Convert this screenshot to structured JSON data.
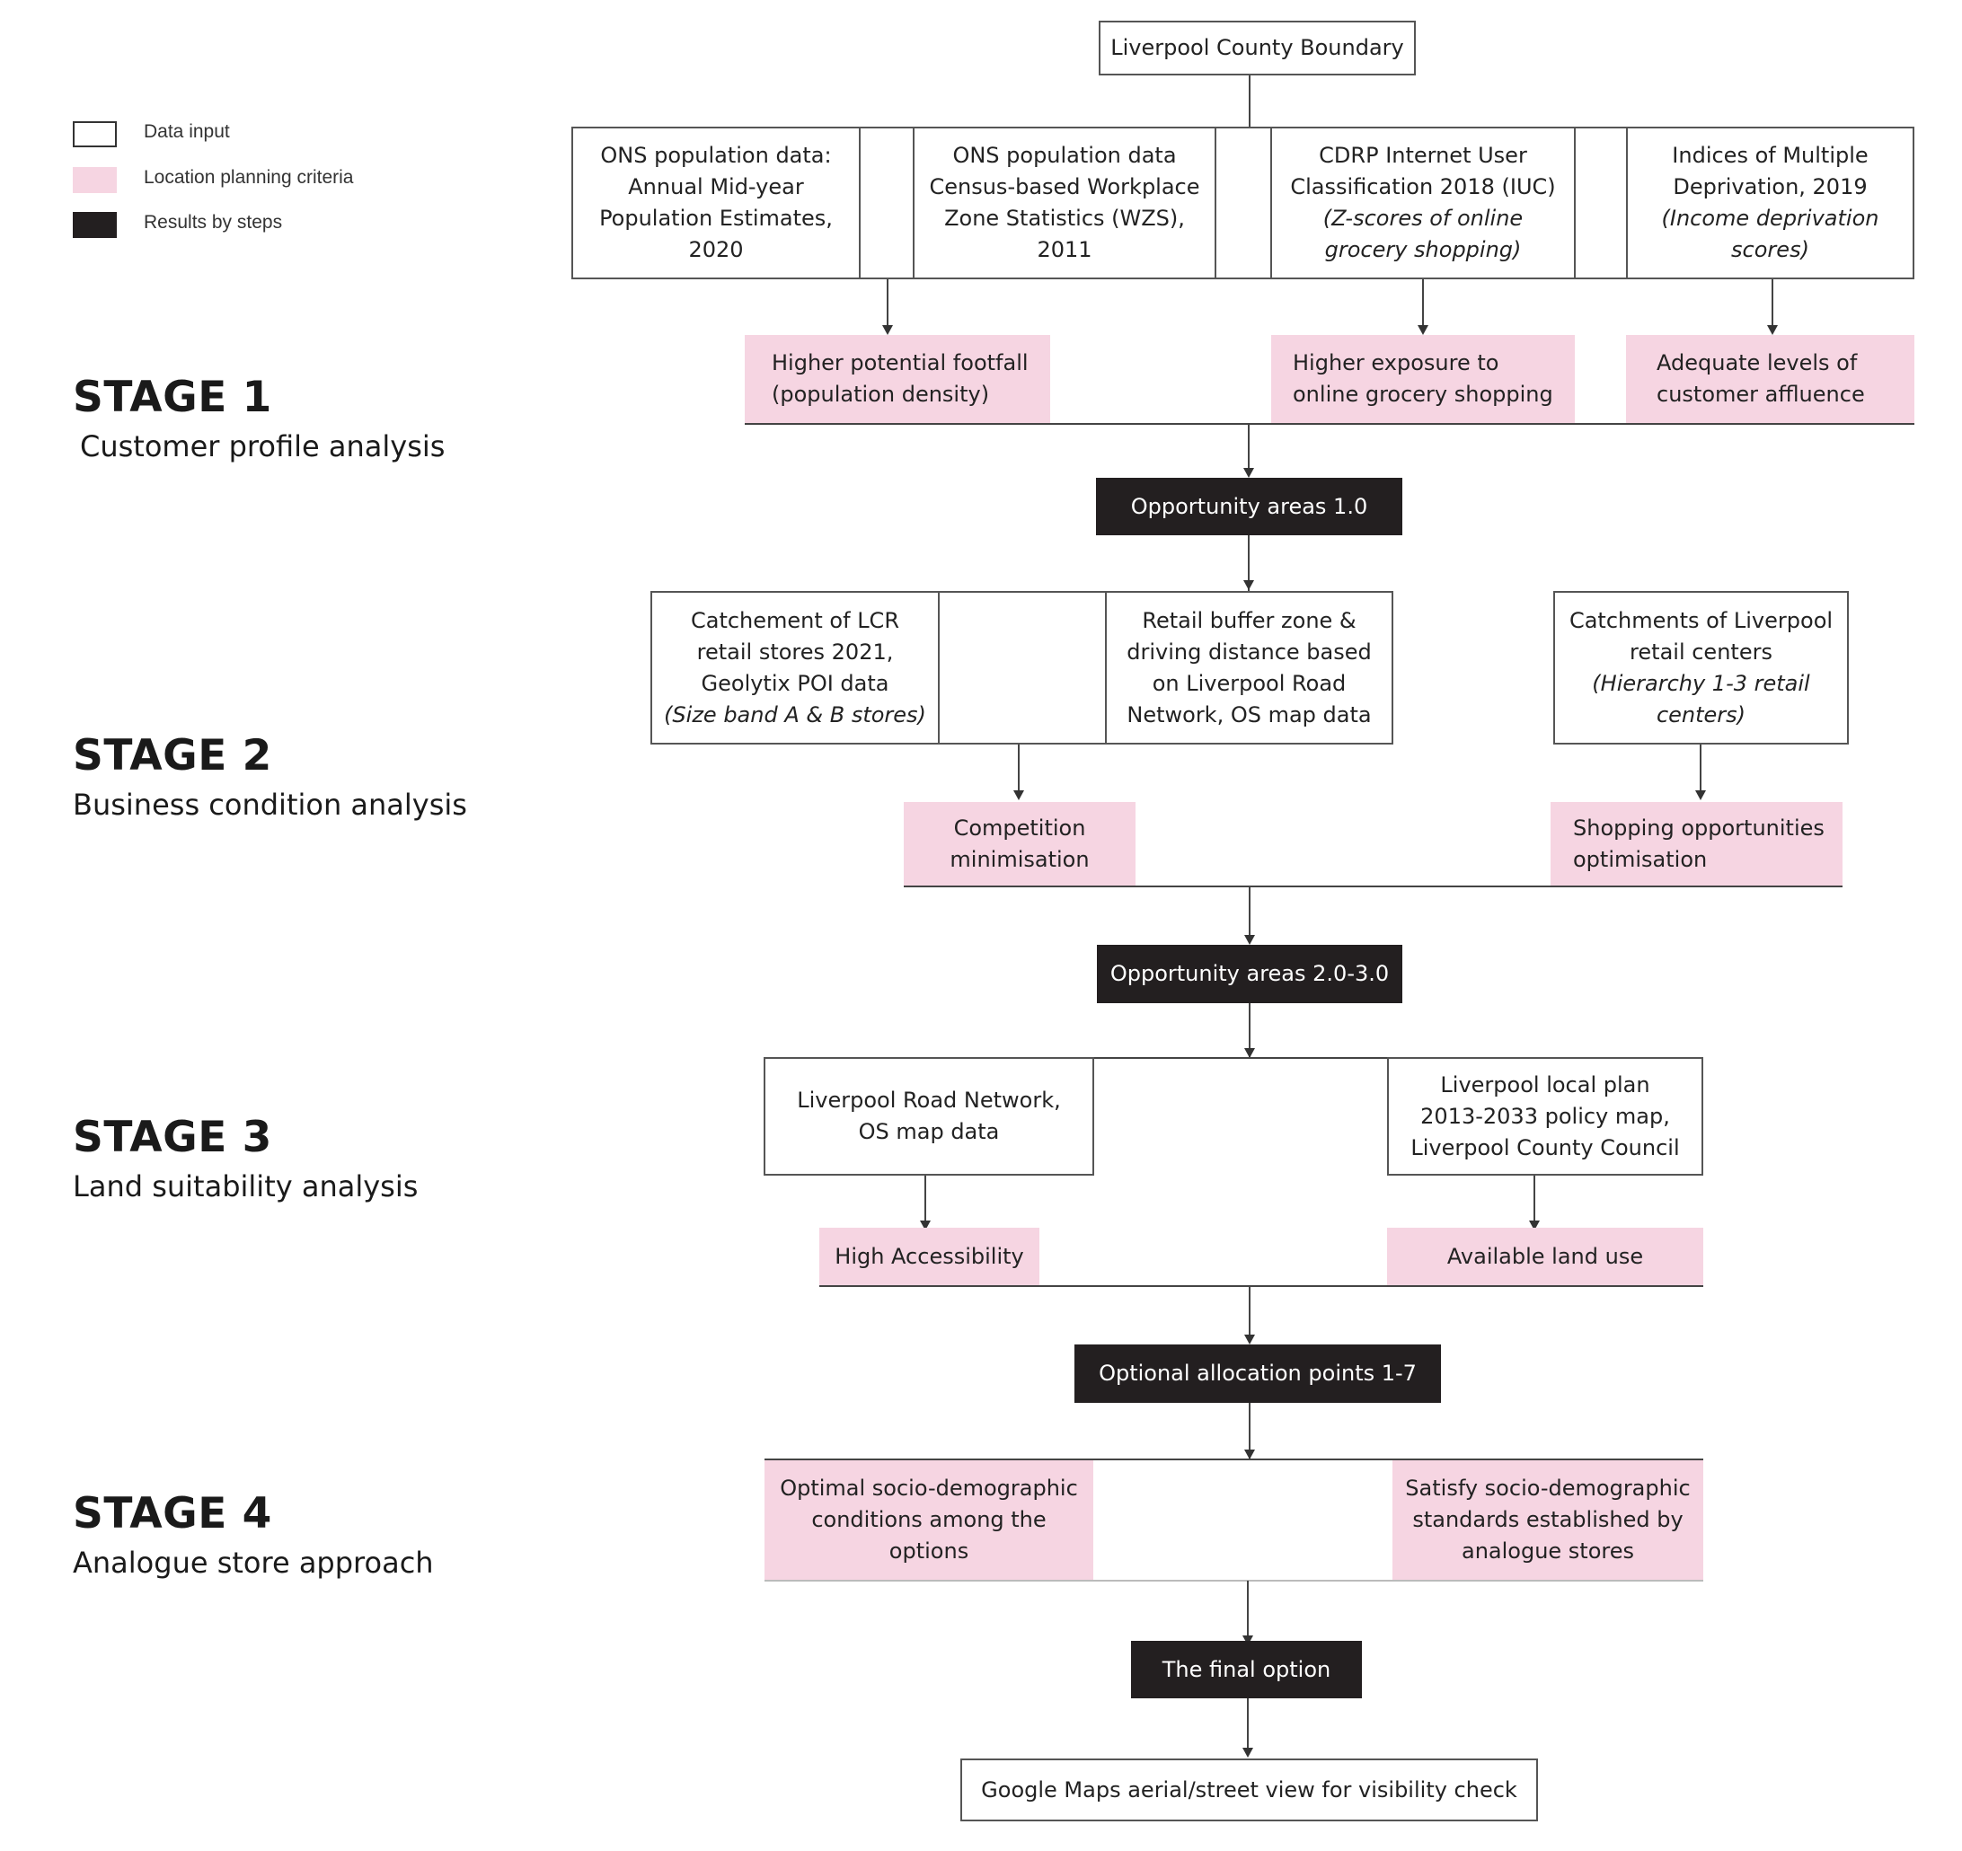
{
  "legend": {
    "data_input": "Data input",
    "criteria": "Location planning criteria",
    "results": "Results by steps"
  },
  "colors": {
    "criteria": "#f6d5e2",
    "results": "#231f20",
    "input_border": "#555555"
  },
  "stages": [
    {
      "title": "STAGE 1",
      "subtitle": "Customer profile analysis"
    },
    {
      "title": "STAGE 2",
      "subtitle": "Business condition analysis"
    },
    {
      "title": "STAGE 3",
      "subtitle": "Land suitability analysis"
    },
    {
      "title": "STAGE 4",
      "subtitle": "Analogue store approach"
    }
  ],
  "top_input": "Liverpool County Boundary",
  "stage1": {
    "inputs": [
      {
        "lines": [
          "ONS population data:",
          "Annual Mid-year",
          "Population Estimates,",
          "2020"
        ],
        "italic": []
      },
      {
        "lines": [
          "ONS population data",
          "Census-based Workplace",
          "Zone Statistics (WZS),",
          "2011"
        ],
        "italic": []
      },
      {
        "lines": [
          "CDRP Internet User",
          "Classification 2018 (IUC)",
          "(Z-scores of online",
          "grocery shopping)"
        ],
        "italic": [
          "(Z-scores of online",
          "grocery shopping)"
        ]
      },
      {
        "lines": [
          "Indices of Multiple",
          "Deprivation, 2019",
          "(Income deprivation",
          "scores)"
        ],
        "italic": [
          "(Income deprivation",
          "scores)"
        ]
      }
    ],
    "criteria": [
      {
        "lines": [
          "Higher potential footfall",
          "(population density)"
        ]
      },
      {
        "lines": [
          "Higher exposure to",
          "online grocery shopping"
        ]
      },
      {
        "lines": [
          "Adequate levels of",
          "customer affluence"
        ]
      }
    ],
    "result": "Opportunity areas 1.0"
  },
  "stage2": {
    "inputs": [
      {
        "lines": [
          "Catchement of LCR",
          "retail stores 2021,",
          "Geolytix POI data",
          "(Size band A & B stores)"
        ],
        "italic": [
          "(Size band A & B stores)"
        ]
      },
      {
        "lines": [
          "Retail buffer zone &",
          "driving distance based",
          "on Liverpool Road",
          "Network, OS map data"
        ],
        "italic": []
      },
      {
        "lines": [
          "Catchments of Liverpool",
          "retail centers",
          "(Hierarchy 1-3 retail",
          "centers)"
        ],
        "italic": [
          "(Hierarchy 1-3 retail",
          "centers)"
        ]
      }
    ],
    "criteria": [
      {
        "lines": [
          "Competition",
          "minimisation"
        ]
      },
      {
        "lines": [
          "Shopping opportunities",
          "optimisation"
        ]
      }
    ],
    "result": "Opportunity areas 2.0-3.0"
  },
  "stage3": {
    "inputs": [
      {
        "lines": [
          "Liverpool Road Network,",
          "OS map data"
        ],
        "italic": []
      },
      {
        "lines": [
          "Liverpool local plan",
          "2013-2033 policy map,",
          "Liverpool County Council"
        ],
        "italic": []
      }
    ],
    "criteria": [
      {
        "lines": [
          "High Accessibility"
        ]
      },
      {
        "lines": [
          "Available land use"
        ]
      }
    ],
    "result": "Optional allocation points 1-7"
  },
  "stage4": {
    "criteria": [
      {
        "lines": [
          "Optimal socio-demographic",
          "conditions among the",
          "options"
        ]
      },
      {
        "lines": [
          "Satisfy socio-demographic",
          "standards established by",
          "analogue stores"
        ]
      }
    ],
    "result": "The final option"
  },
  "final_input": "Google Maps aerial/street view for visibility check"
}
